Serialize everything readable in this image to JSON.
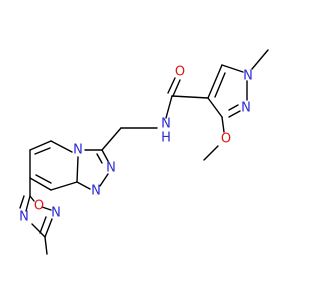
{
  "molecule": {
    "colors": {
      "bond": "#000000",
      "nitrogen": "#2a2ad8",
      "oxygen": "#e0140f",
      "background": "#ffffff"
    },
    "labels": {
      "amide_o": "O",
      "amide_nh": "N",
      "amide_h": "H",
      "pyrazole_n1": "N",
      "pyrazole_n2": "N",
      "methoxy_o": "O",
      "fused_n_bridge": "N",
      "triazole_n1": "N",
      "triazole_n2": "N",
      "oxadiazole_o": "O",
      "oxadiazole_n2": "N",
      "oxadiazole_n4": "N"
    }
  }
}
